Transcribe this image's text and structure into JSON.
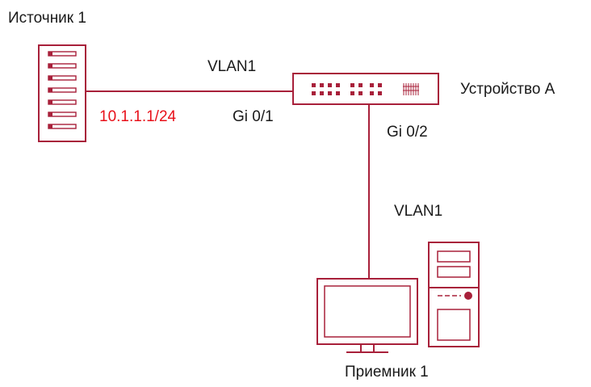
{
  "labels": {
    "source": "Источник 1",
    "ip": "10.1.1.1/24",
    "vlan_top": "VLAN1",
    "port_gi01": "Gi 0/1",
    "device": "Устройство А",
    "port_gi02": "Gi 0/2",
    "vlan_right": "VLAN1",
    "receiver": "Приемник 1"
  },
  "colors": {
    "accent": "#a8203a",
    "ip_text": "#e8101a",
    "text": "#1a1a1a"
  },
  "icons": {
    "source": "server-rack-icon",
    "device": "network-switch-icon",
    "receiver": "desktop-pc-icon"
  }
}
